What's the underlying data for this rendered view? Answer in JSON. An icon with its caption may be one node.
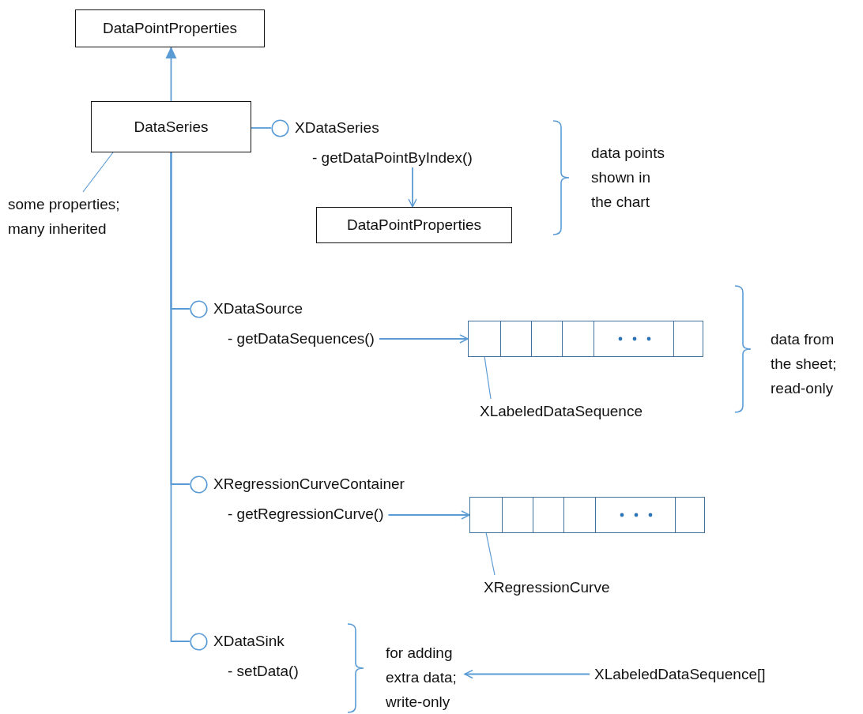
{
  "diagram": {
    "nodes": [
      {
        "text": [
          "DataPointProperties"
        ]
      },
      {
        "text": [
          "DataSeries"
        ]
      },
      {
        "text": [
          "some properties; many inherited"
        ]
      },
      {
        "text": [
          "XDataSeries",
          "- getDataPointByIndex()"
        ]
      },
      {
        "text": [
          "DataPointProperties"
        ]
      },
      {
        "text": [
          "data points shown in the chart"
        ]
      },
      {
        "text": [
          "XDataSource",
          "- getDataSequences()"
        ]
      },
      {
        "text": [],
        "shape": "bar"
      },
      {
        "text": [],
        "shape": "box",
        "in": 7
      },
      {
        "text": [
          "XLabeledDataSequence"
        ]
      },
      {
        "text": [
          "data from the sheet; read-only"
        ]
      },
      {
        "text": [
          "XRegressionCurveContainer",
          "- getRegressionCurve()"
        ]
      },
      {
        "text": [],
        "shape": "bar"
      },
      {
        "text": [],
        "shape": "box",
        "in": 12
      },
      {
        "text": [
          "XRegressionCurve"
        ]
      },
      {
        "text": [
          "XDataSink",
          "- setData()"
        ]
      },
      {
        "text": [
          "for adding extra data; write-only"
        ]
      },
      {
        "text": [
          "XLabeledDataSequence[]"
        ]
      }
    ],
    "edges": [
      {
        "from": 1,
        "to": 0,
        "arrow": "to"
      },
      {
        "from": 1,
        "to": 3,
        "arrow": "none"
      },
      {
        "from": 3,
        "to": 4,
        "arrow": "to"
      },
      {
        "from": 2,
        "to": 1,
        "arrow": "none"
      },
      {
        "from": 1,
        "to": 6,
        "arrow": "none"
      },
      {
        "from": 6,
        "to": 7,
        "arrow": "to"
      },
      {
        "from": 9,
        "to": 8,
        "arrow": "none"
      },
      {
        "from": 1,
        "to": 11,
        "arrow": "none"
      },
      {
        "from": 11,
        "to": 12,
        "arrow": "to"
      },
      {
        "from": 14,
        "to": 13,
        "arrow": "none"
      },
      {
        "from": 1,
        "to": 15,
        "arrow": "none"
      },
      {
        "from": 17,
        "to": 16,
        "arrow": "to"
      }
    ]
  }
}
